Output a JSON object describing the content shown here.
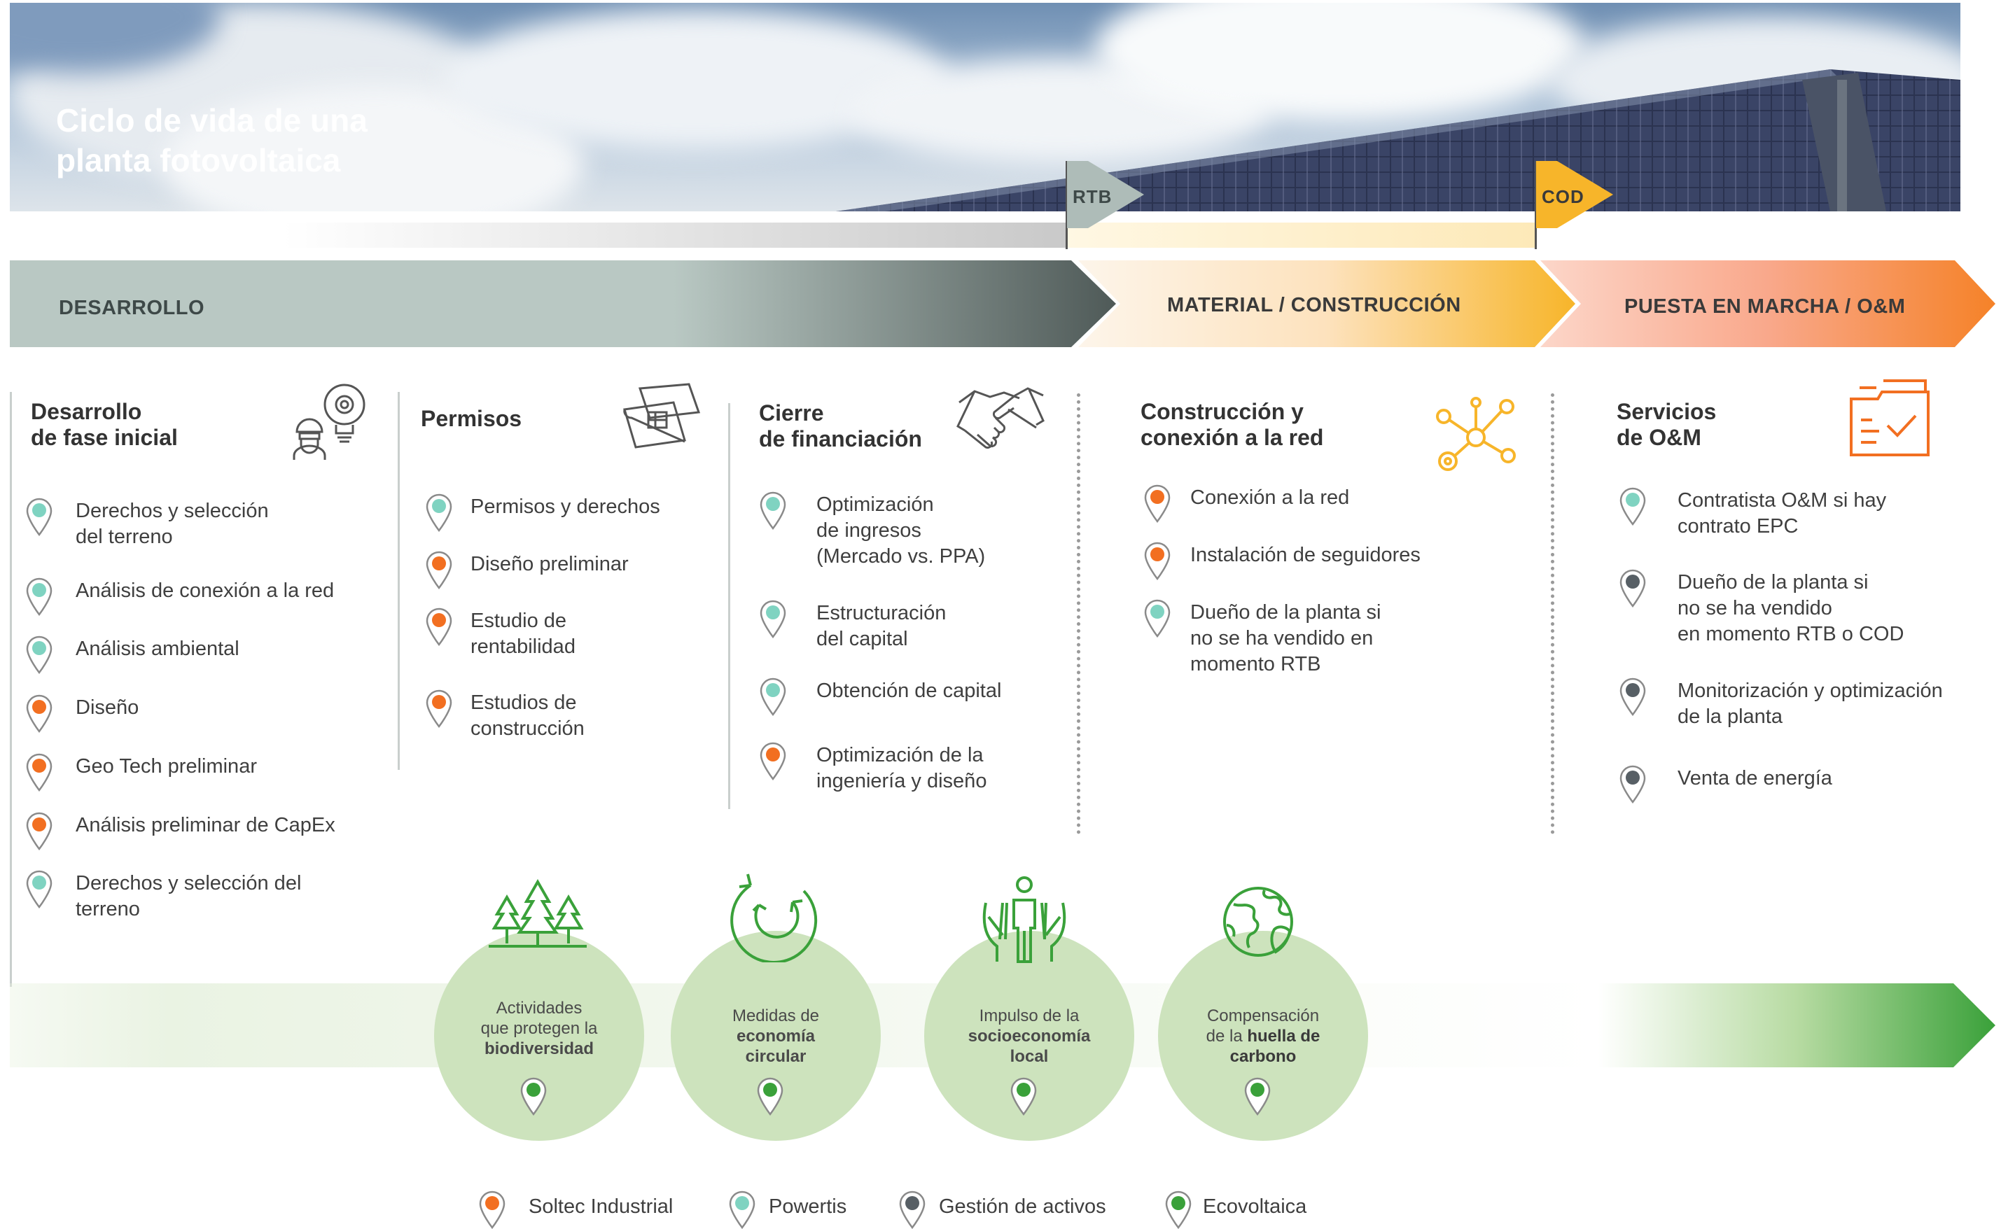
{
  "hero": {
    "title_line1": "Ciclo de vida de una",
    "title_line2": "planta fotovoltaica"
  },
  "milestones": [
    {
      "label": "RTB",
      "color": "#aebcb8"
    },
    {
      "label": "COD",
      "color": "#f7b52a"
    }
  ],
  "phases": [
    {
      "label": "DESARROLLO",
      "color_start": "#b9c8c3",
      "color_end": "#4f5a58"
    },
    {
      "label": "MATERIAL / CONSTRUCCIÓN",
      "color_start": "#fdf1e2",
      "color_end": "#f7b52a"
    },
    {
      "label": "PUESTA EN MARCHA / O&M",
      "color_start": "#fcd3c5",
      "color_end": "#f58228"
    }
  ],
  "columns": [
    {
      "title_line1": "Desarrollo",
      "title_line2": "de fase inicial",
      "icon": "engineer-idea-icon",
      "items": [
        {
          "lines": [
            "Derechos y selección",
            "del terreno"
          ],
          "pin": "powertis"
        },
        {
          "lines": [
            "Análisis de conexión a la red"
          ],
          "pin": "powertis"
        },
        {
          "lines": [
            "Análisis ambiental"
          ],
          "pin": "powertis"
        },
        {
          "lines": [
            "Diseño"
          ],
          "pin": "soltec"
        },
        {
          "lines": [
            "Geo Tech preliminar"
          ],
          "pin": "soltec"
        },
        {
          "lines": [
            "Análisis preliminar de CapEx"
          ],
          "pin": "soltec"
        },
        {
          "lines": [
            "Derechos y selección del",
            "terreno"
          ],
          "pin": "powertis"
        }
      ]
    },
    {
      "title_line1": "Permisos",
      "title_line2": "",
      "icon": "blueprint-icon",
      "items": [
        {
          "lines": [
            "Permisos y derechos"
          ],
          "pin": "powertis"
        },
        {
          "lines": [
            "Diseño preliminar"
          ],
          "pin": "soltec"
        },
        {
          "lines": [
            "Estudio de",
            "rentabilidad"
          ],
          "pin": "soltec"
        },
        {
          "lines": [
            "Estudios de",
            "construcción"
          ],
          "pin": "soltec"
        }
      ]
    },
    {
      "title_line1": "Cierre",
      "title_line2": "de financiación",
      "icon": "handshake-icon",
      "items": [
        {
          "lines": [
            "Optimización",
            "de ingresos",
            "(Mercado vs. PPA)"
          ],
          "pin": "powertis"
        },
        {
          "lines": [
            "Estructuración",
            "del capital"
          ],
          "pin": "powertis"
        },
        {
          "lines": [
            "Obtención de capital"
          ],
          "pin": "powertis"
        },
        {
          "lines": [
            "Optimización de la",
            "ingeniería y diseño"
          ],
          "pin": "soltec"
        }
      ]
    },
    {
      "title_line1": "Construcción y",
      "title_line2": "conexión a la red",
      "icon": "network-nodes-icon",
      "items": [
        {
          "lines": [
            "Conexión a la red"
          ],
          "pin": "soltec"
        },
        {
          "lines": [
            "Instalación de seguidores"
          ],
          "pin": "soltec"
        },
        {
          "lines": [
            "Dueño de la planta si",
            "no se ha vendido en",
            "momento RTB"
          ],
          "pin": "powertis"
        }
      ]
    },
    {
      "title_line1": "Servicios",
      "title_line2": "de O&M",
      "icon": "checklist-folder-icon",
      "items": [
        {
          "lines": [
            "Contratista O&M si hay",
            "contrato EPC"
          ],
          "pin": "powertis"
        },
        {
          "lines": [
            "Dueño de la planta si",
            "no se ha vendido",
            "en momento RTB o COD"
          ],
          "pin": "gestion"
        },
        {
          "lines": [
            "Monitorización y optimización",
            "de la planta"
          ],
          "pin": "gestion"
        },
        {
          "lines": [
            "Venta de energía"
          ],
          "pin": "gestion"
        }
      ]
    }
  ],
  "sustainability": [
    {
      "pre": "Actividades",
      "mid": "que protegen la",
      "bold": "biodiversidad",
      "icon": "forest-icon"
    },
    {
      "pre": "Medidas de",
      "mid": "",
      "bold": "economía circular",
      "icon": "recycle-icon"
    },
    {
      "pre": "Impulso de la",
      "mid": "",
      "bold": "socioeconomía local",
      "icon": "community-hands-icon"
    },
    {
      "pre": "Compensación",
      "mid": "de la",
      "bold": "huella de carbono",
      "icon": "globe-icon"
    }
  ],
  "legend": [
    {
      "label": "Soltec Industrial",
      "key": "soltec"
    },
    {
      "label": "Powertis",
      "key": "powertis"
    },
    {
      "label": "Gestión de activos",
      "key": "gestion"
    },
    {
      "label": "Ecovoltaica",
      "key": "eco"
    }
  ],
  "pin_colors": {
    "soltec": "#f26f21",
    "powertis": "#7fd3c1",
    "gestion": "#575f65",
    "eco": "#3aa13a"
  }
}
